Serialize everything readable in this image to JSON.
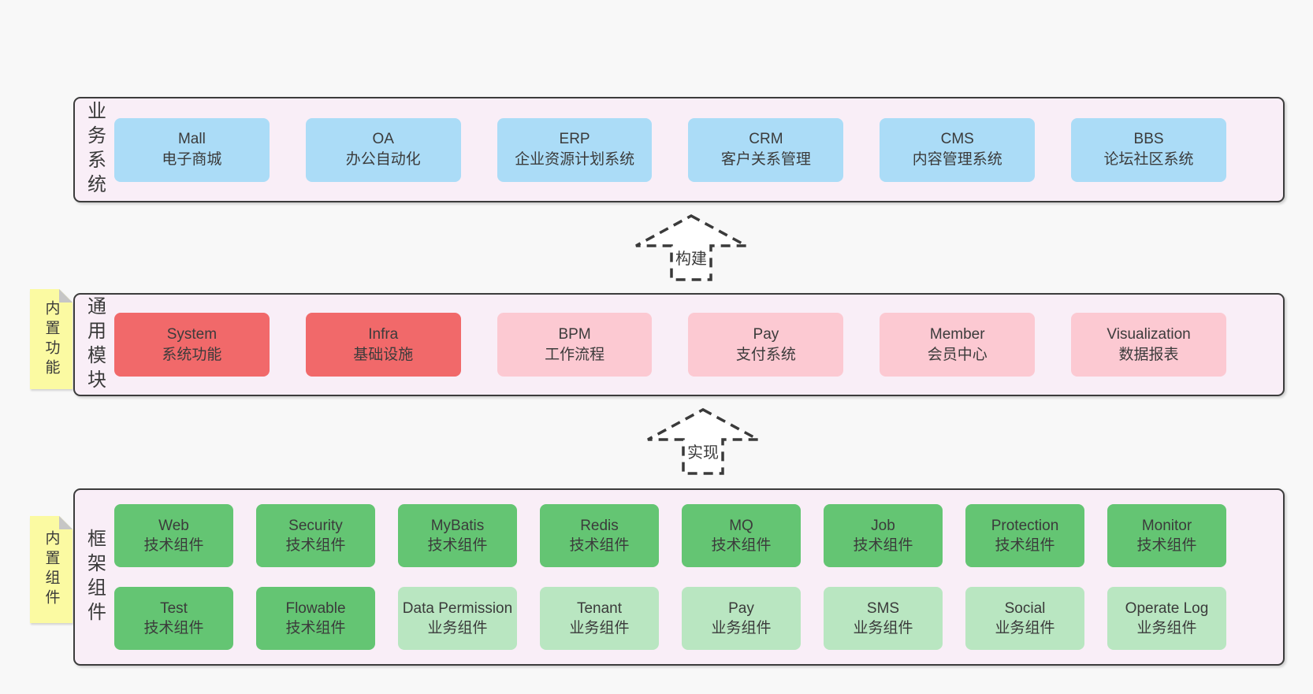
{
  "colors": {
    "page_bg": "#f8f8f8",
    "layer_bg": "#f9eef7",
    "layer_border": "#3c3c3c",
    "box_blue": "#abdcf7",
    "box_red": "#f1696a",
    "box_pink": "#fcc9d2",
    "box_green": "#64c573",
    "box_green_light": "#b9e6c1",
    "sticky_yellow": "#fbfaa2",
    "text": "#3a3a3a"
  },
  "business": {
    "label": "业务系统",
    "boxes": [
      {
        "name": "Mall",
        "desc": "电子商城"
      },
      {
        "name": "OA",
        "desc": "办公自动化"
      },
      {
        "name": "ERP",
        "desc": "企业资源计划系统"
      },
      {
        "name": "CRM",
        "desc": "客户关系管理"
      },
      {
        "name": "CMS",
        "desc": "内容管理系统"
      },
      {
        "name": "BBS",
        "desc": "论坛社区系统"
      }
    ]
  },
  "arrows": {
    "build": {
      "label": "构建"
    },
    "implement": {
      "label": "实现"
    }
  },
  "modules": {
    "label": "通用模块",
    "sticky": "内置功能",
    "boxes": [
      {
        "name": "System",
        "desc": "系统功能"
      },
      {
        "name": "Infra",
        "desc": "基础设施"
      },
      {
        "name": "BPM",
        "desc": "工作流程"
      },
      {
        "name": "Pay",
        "desc": "支付系统"
      },
      {
        "name": "Member",
        "desc": "会员中心"
      },
      {
        "name": "Visualization",
        "desc": "数据报表"
      }
    ]
  },
  "components": {
    "label": "框架组件",
    "sticky": "内置组件",
    "row1": [
      {
        "name": "Web",
        "desc": "技术组件"
      },
      {
        "name": "Security",
        "desc": "技术组件"
      },
      {
        "name": "MyBatis",
        "desc": "技术组件"
      },
      {
        "name": "Redis",
        "desc": "技术组件"
      },
      {
        "name": "MQ",
        "desc": "技术组件"
      },
      {
        "name": "Job",
        "desc": "技术组件"
      },
      {
        "name": "Protection",
        "desc": "技术组件"
      },
      {
        "name": "Monitor",
        "desc": "技术组件"
      }
    ],
    "row2": [
      {
        "name": "Test",
        "desc": "技术组件"
      },
      {
        "name": "Flowable",
        "desc": "技术组件"
      },
      {
        "name": "Data Permission",
        "desc": "业务组件"
      },
      {
        "name": "Tenant",
        "desc": "业务组件"
      },
      {
        "name": "Pay",
        "desc": "业务组件"
      },
      {
        "name": "SMS",
        "desc": "业务组件"
      },
      {
        "name": "Social",
        "desc": "业务组件"
      },
      {
        "name": "Operate Log",
        "desc": "业务组件"
      }
    ]
  }
}
